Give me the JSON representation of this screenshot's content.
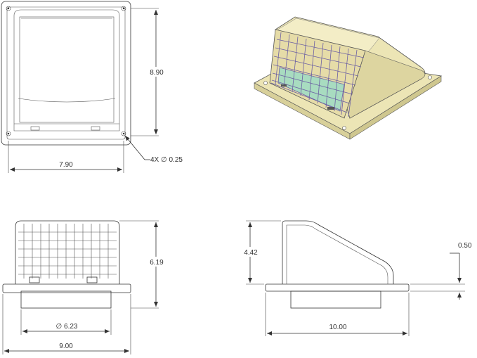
{
  "dimensions": {
    "height_top": "8.90",
    "width_top": "7.90",
    "holes": "4X ∅ 0.25",
    "height_front": "6.19",
    "diameter_duct": "∅ 6.23",
    "width_front": "9.00",
    "height_side": "4.42",
    "thickness_side": "0.50",
    "length_side": "10.00"
  },
  "colors": {
    "body": "#ece5b5",
    "body_shade": "#d8d09a",
    "grille": "#e6dca8",
    "mesh": "#6b5fa3",
    "screen_green": "#a8dcc0",
    "line": "#333333"
  }
}
